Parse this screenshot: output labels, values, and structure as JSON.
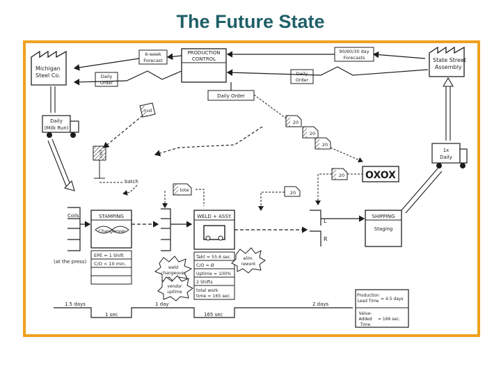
{
  "title": "The Future State",
  "colors": {
    "frame": "#f0a020",
    "title": "#1f5f68",
    "ink": "#1c1c1c"
  },
  "supplier": {
    "name_line1": "Michigan",
    "name_line2": "Steel Co."
  },
  "customer": {
    "name_line1": "State Street",
    "name_line2": "Assembly"
  },
  "production_control": {
    "line1": "PRODUCTION",
    "line2": "CONTROL"
  },
  "info_flows": {
    "six_week_line1": "6-week",
    "six_week_line2": "Forecast",
    "customer_forecast_line1": "90/60/30 day",
    "customer_forecast_line2": "Forecasts",
    "daily_order_supplier_line1": "Daily",
    "daily_order_supplier_line2": "Order",
    "daily_order_customer_line1": "Daily",
    "daily_order_customer_line2": "Order",
    "daily_order_box": "Daily Order"
  },
  "kanbans": {
    "coil_signal": "coil",
    "coil_post": "coil",
    "batch": "batch",
    "tote": "tote",
    "k20a": "20",
    "k20b": "20",
    "k20c": "20",
    "k20d": "20",
    "k20e": "20",
    "oxox": "OXOX"
  },
  "trucks": {
    "supplier_line1": "Daily",
    "supplier_line2": "(Milk Run)",
    "customer_line1": "1x",
    "customer_line2": "Daily"
  },
  "supermarket": {
    "coils_label": "Coils",
    "press_note": "(at the press)"
  },
  "stamping": {
    "name": "STAMPING",
    "changeover": "Changeover",
    "data1": "EPE = 1 Shift",
    "data2": "C/O < 10 min."
  },
  "weld": {
    "name": "WELD + ASSY.",
    "data1": "Takt = 55.6 sec.",
    "data2": "C/O = Ø",
    "data3": "Uptime = 100%",
    "data4": "2 Shifts",
    "data5": "total work",
    "data6": "time = 165 sec.",
    "kaizen_weld_line1": "weld",
    "kaizen_weld_line2": "changeover",
    "kaizen_vendor_line1": "vendor",
    "kaizen_vendor_line2": "uptime",
    "kaizen_eliminate_line1": "elim.",
    "kaizen_eliminate_line2": "rework"
  },
  "fifo": {
    "left": "L",
    "right": "R"
  },
  "shipping": {
    "name": "SHIPPING",
    "staging": "Staging"
  },
  "timeline": {
    "wait1": "1.5 days",
    "proc1": "1 sec",
    "wait2": "1 day",
    "proc2": "165 sec",
    "wait3": "2 days"
  },
  "summary": {
    "lead_label1": "Production",
    "lead_label2": "Lead Time",
    "lead_value": "= 4.5 days",
    "va_label1": "Value-",
    "va_label2": "Added",
    "va_label3": "Time",
    "va_value": "= 166 sec."
  }
}
